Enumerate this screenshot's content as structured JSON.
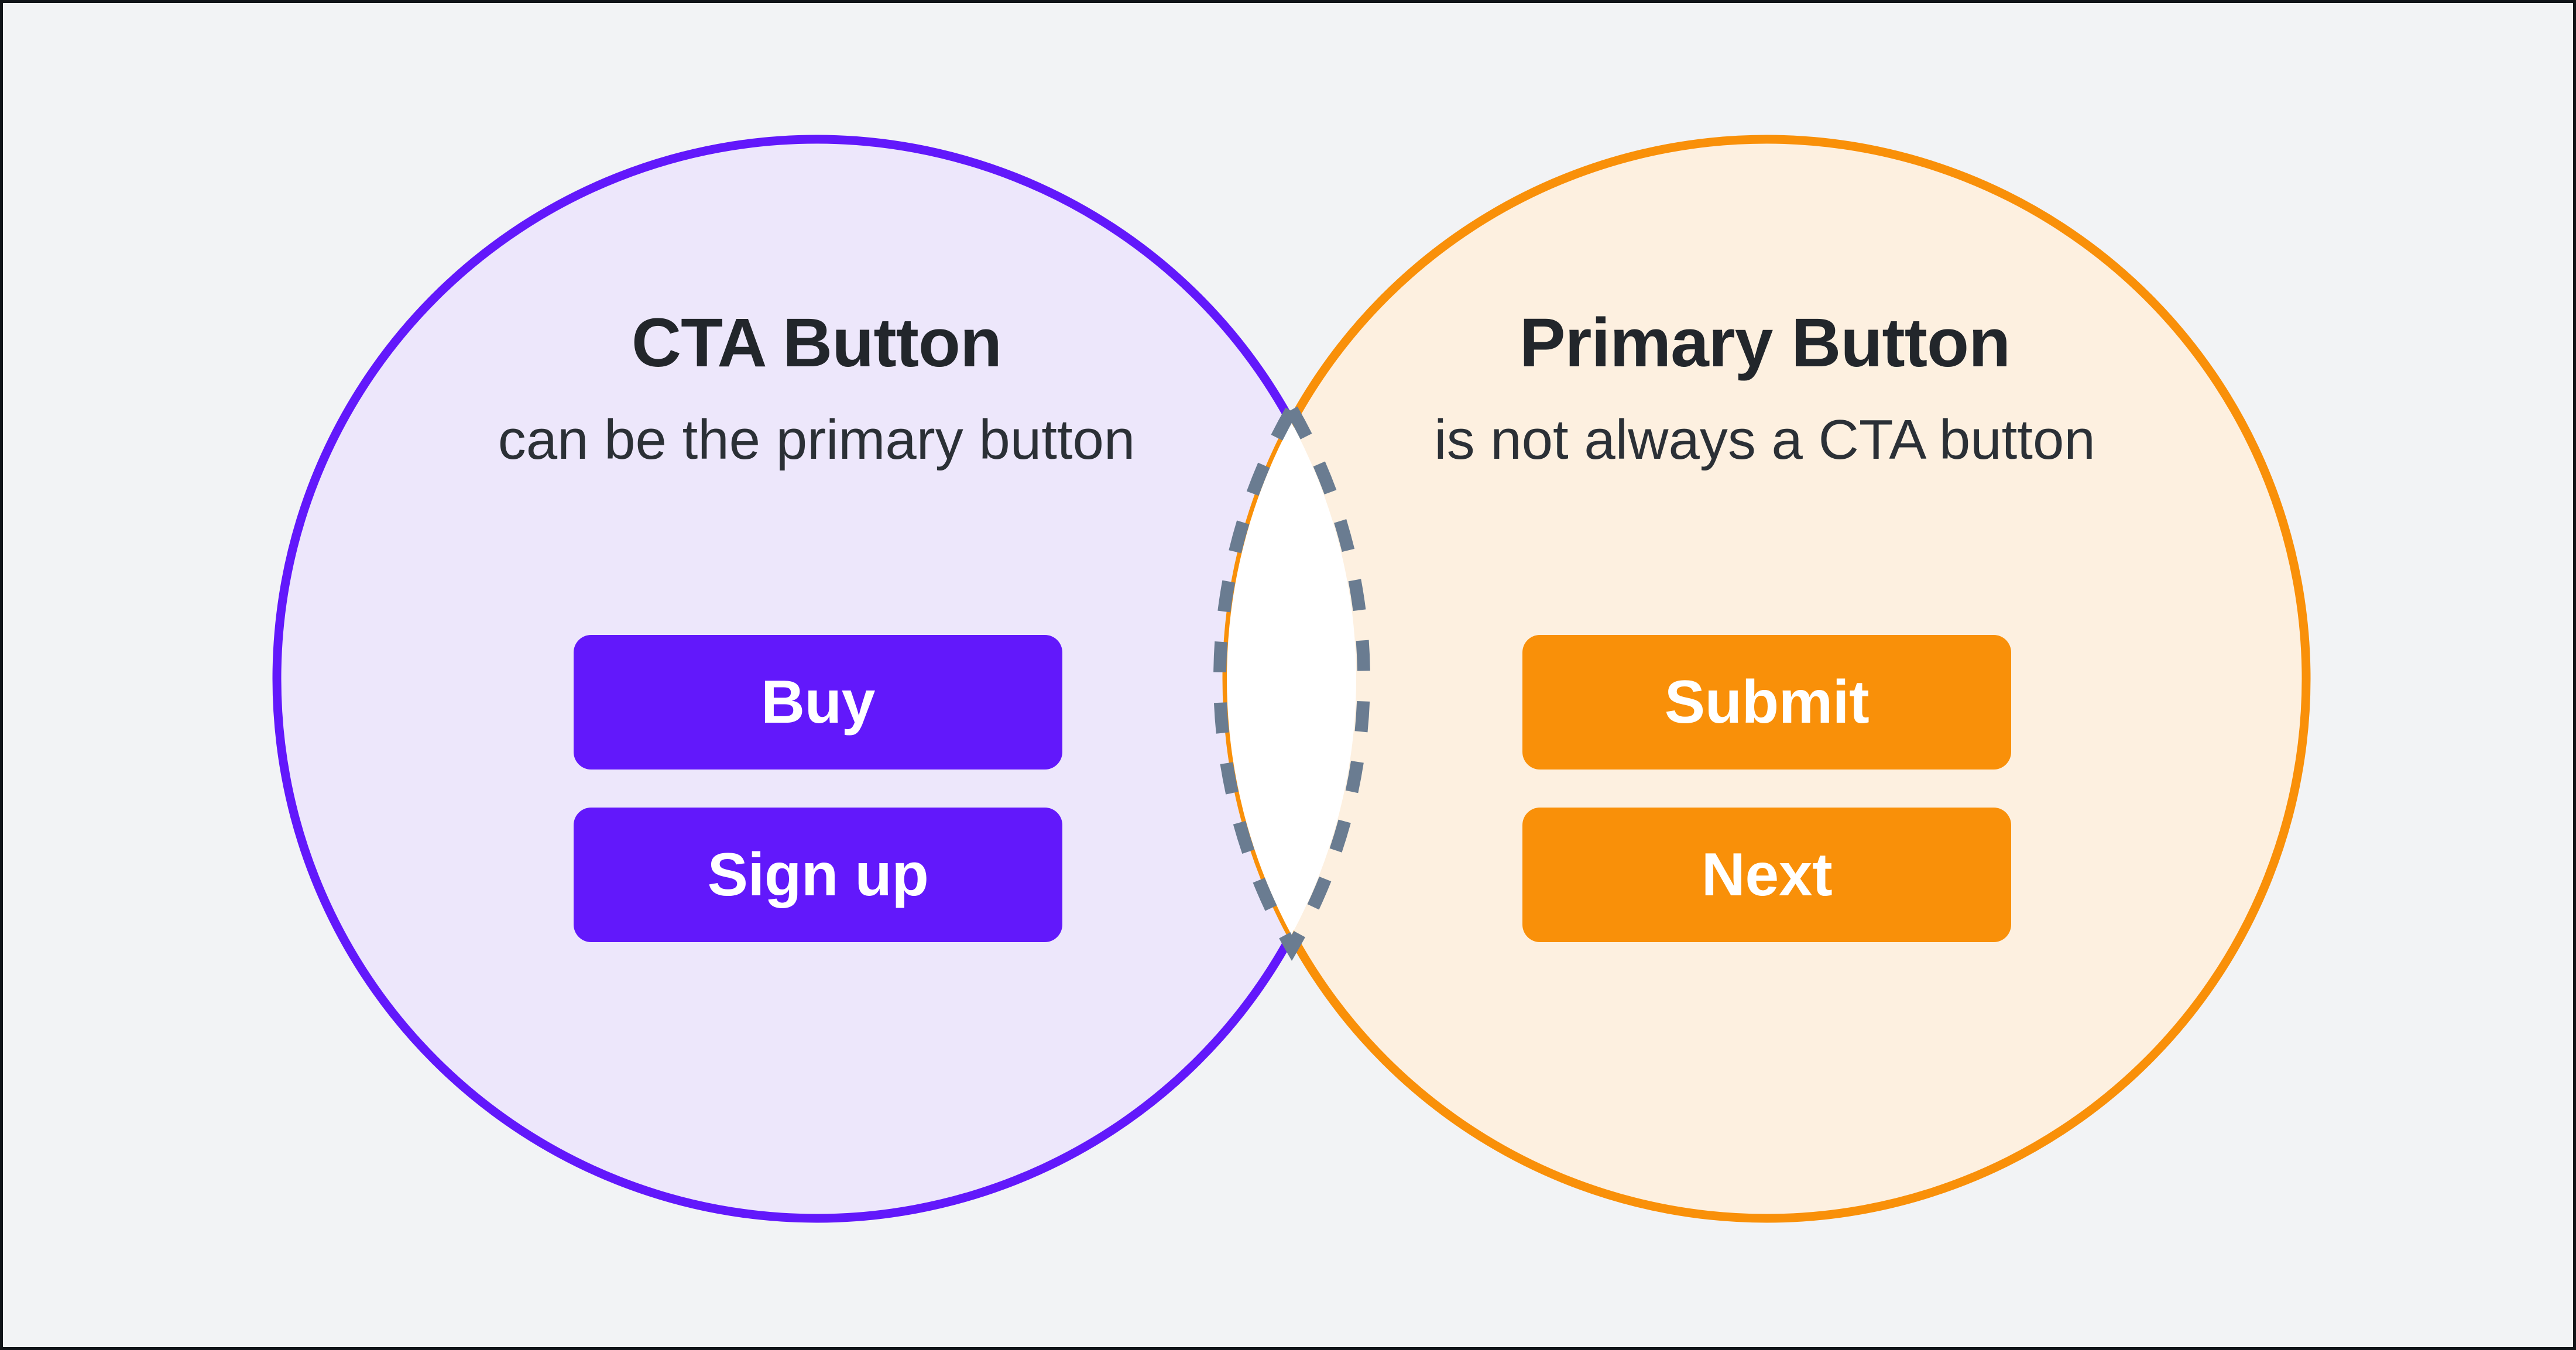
{
  "diagram": {
    "type": "venn",
    "title": "CTA Button vs Primary Button Venn diagram",
    "background_color": "#F2F3F5"
  },
  "left_set": {
    "name": "cta-button",
    "title": "CTA Button",
    "subtitle": "can be the primary button",
    "fill_color": "#EDE7FB",
    "stroke_color": "#6218FB",
    "buttons": [
      {
        "label": "Buy",
        "color": "#6218FB",
        "text_color": "#FFFFFF"
      },
      {
        "label": "Sign up",
        "color": "#6218FB",
        "text_color": "#FFFFFF"
      }
    ]
  },
  "right_set": {
    "name": "primary-button",
    "title": "Primary Button",
    "subtitle": "is not always a CTA button",
    "fill_color": "#FDF0E0",
    "stroke_color": "#F99009",
    "buttons": [
      {
        "label": "Submit",
        "color": "#F99009",
        "text_color": "#FFFFFF"
      },
      {
        "label": "Next",
        "color": "#F99009",
        "text_color": "#FFFFFF"
      }
    ]
  },
  "intersection": {
    "name": "overlap-region",
    "label": "",
    "fill_color": "#FFFFFF",
    "stroke_color": "#6A7C91",
    "stroke_style": "dashed"
  }
}
